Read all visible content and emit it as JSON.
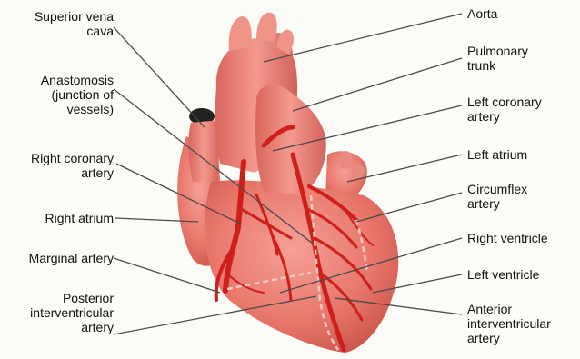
{
  "diagram": {
    "labels_left": {
      "superior_vena_cava": [
        "Superior vena",
        "cava"
      ],
      "anastomosis": [
        "Anastomosis",
        "(junction of",
        "vessels)"
      ],
      "right_coronary_artery": [
        "Right coronary",
        "artery"
      ],
      "right_atrium": [
        "Right atrium"
      ],
      "marginal_artery": [
        "Marginal artery"
      ],
      "posterior_interventricular_artery": [
        "Posterior",
        "interventricular",
        "artery"
      ]
    },
    "labels_right": {
      "aorta": [
        "Aorta"
      ],
      "pulmonary_trunk": [
        "Pulmonary",
        "trunk"
      ],
      "left_coronary_artery": [
        "Left coronary",
        "artery"
      ],
      "left_atrium": [
        "Left atrium"
      ],
      "circumflex_artery": [
        "Circumflex",
        "artery"
      ],
      "right_ventricle": [
        "Right ventricle"
      ],
      "left_ventricle": [
        "Left ventricle"
      ],
      "anterior_interventricular_artery": [
        "Anterior",
        "interventricular",
        "artery"
      ]
    },
    "colors": {
      "heart": "#e97a6e",
      "heart_dark": "#c9534a",
      "artery": "#cf1f1b",
      "leader": "#4a4a4a"
    }
  }
}
